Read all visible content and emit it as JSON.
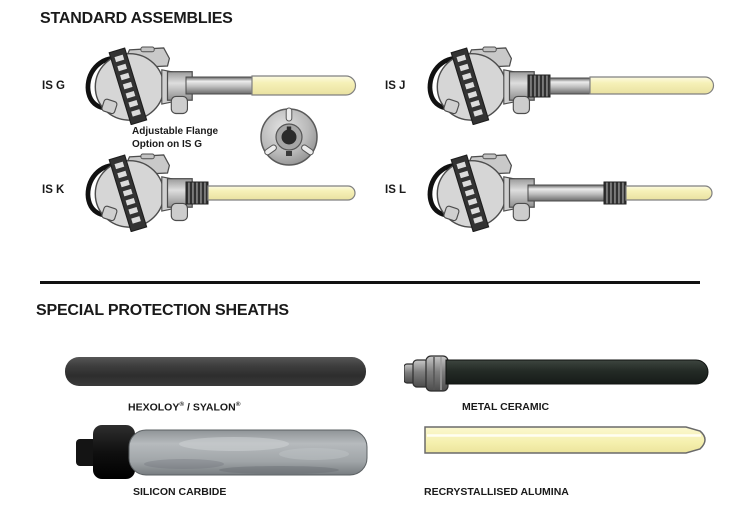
{
  "standard_section": {
    "title": "STANDARD ASSEMBLIES",
    "assemblies": [
      {
        "label": "IS G"
      },
      {
        "label": "IS J"
      },
      {
        "label": "IS K"
      },
      {
        "label": "IS L"
      }
    ],
    "flange_note": {
      "line1": "Adjustable Flange",
      "line2": "Option on IS G"
    }
  },
  "special_section": {
    "title": "SPECIAL PROTECTION SHEATHS",
    "sheaths": [
      {
        "label_a": "HEXOLOY",
        "sup_a": "®",
        "label_b": " / SYALON",
        "sup_b": "®"
      },
      {
        "label": "METAL CERAMIC"
      },
      {
        "label": "SILICON CARBIDE"
      },
      {
        "label": "RECRYSTALLISED ALUMINA"
      }
    ]
  },
  "colors": {
    "sheath_yellow": "#f6f1b8",
    "sheath_yellow_highlight": "#fdfbe4",
    "head_metal": "#d6d6d6",
    "tube_metal": "#c0c0c0",
    "hexoloy_dark": "#3a3a3a",
    "metal_ceramic_dark": "#232a26",
    "silicon_carbide_gray": "#a3a7aa",
    "collar_black": "#1c1c1c",
    "text": "#1a1a1a"
  }
}
